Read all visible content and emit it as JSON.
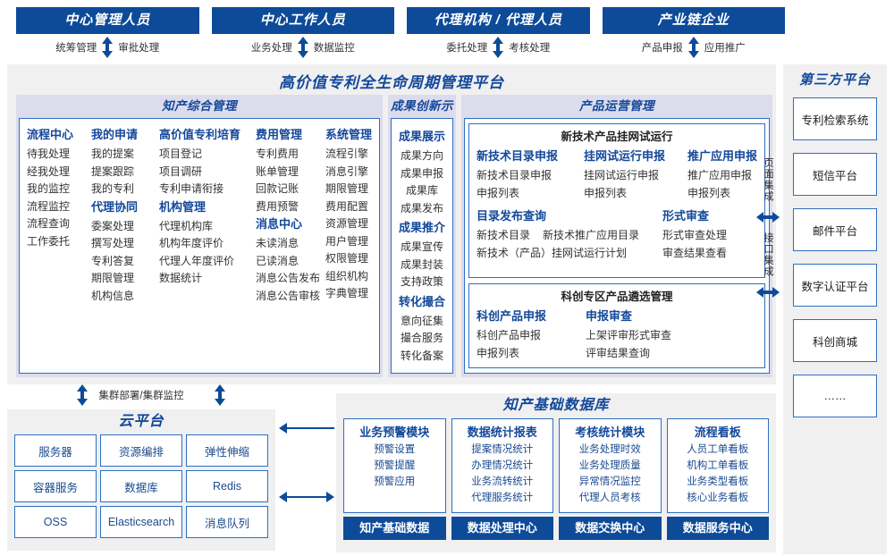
{
  "actors": [
    {
      "title": "中心管理人员",
      "left": "统筹管理",
      "right": "审批处理"
    },
    {
      "title": "中心工作人员",
      "left": "业务处理",
      "right": "数据监控"
    },
    {
      "title": "代理机构 / 代理人员",
      "left": "委托处理",
      "right": "考核处理"
    },
    {
      "title": "产业链企业",
      "left": "产品申报",
      "right": "应用推广"
    }
  ],
  "platform": {
    "title": "高价值专利全生命周期管理平台",
    "sections": [
      {
        "title": "知产综合管理",
        "columns": [
          {
            "groups": [
              {
                "head": "流程中心",
                "items": [
                  "待我处理",
                  "经我处理",
                  "我的监控",
                  "流程监控",
                  "流程查询",
                  "工作委托"
                ]
              }
            ]
          },
          {
            "groups": [
              {
                "head": "我的申请",
                "items": [
                  "我的提案",
                  "提案跟踪",
                  "我的专利"
                ]
              },
              {
                "head": "代理协同",
                "items": [
                  "委案处理",
                  "撰写处理",
                  "专利答复",
                  "期限管理",
                  "机构信息"
                ]
              }
            ]
          },
          {
            "groups": [
              {
                "head": "高价值专利培育",
                "items": [
                  "项目登记",
                  "项目调研",
                  "专利申请衔接"
                ]
              },
              {
                "head": "机构管理",
                "items": [
                  "代理机构库",
                  "机构年度评价",
                  "代理人年度评价",
                  "数据统计"
                ]
              }
            ]
          },
          {
            "groups": [
              {
                "head": "费用管理",
                "items": [
                  "专利费用",
                  "账单管理",
                  "回款记账",
                  "费用预警"
                ]
              },
              {
                "head": "消息中心",
                "items": [
                  "未读消息",
                  "已读消息",
                  "消息公告发布",
                  "消息公告审核"
                ]
              }
            ]
          },
          {
            "groups": [
              {
                "head": "系统管理",
                "items": [
                  "流程引擎",
                  "消息引擎",
                  "期限管理",
                  "费用配置",
                  "资源管理",
                  "用户管理",
                  "权限管理",
                  "组织机构",
                  "字典管理"
                ]
              }
            ]
          }
        ]
      },
      {
        "title": "成果创新示范",
        "columns": [
          {
            "groups": [
              {
                "head": "成果展示",
                "items": [
                  "成果方向",
                  "成果申报",
                  "成果库",
                  "成果发布"
                ]
              },
              {
                "head": "成果推介",
                "items": [
                  "成果宣传",
                  "成果封装",
                  "支持政策"
                ]
              },
              {
                "head": "转化撮合",
                "items": [
                  "意向征集",
                  "撮合服务",
                  "转化备案"
                ]
              }
            ]
          }
        ]
      }
    ],
    "product_ops": {
      "title": "产品运营管理",
      "box1": {
        "title": "新技术产品挂网试运行",
        "cols": [
          {
            "head": "新技术目录申报",
            "items": [
              "新技术目录申报",
              "申报列表"
            ]
          },
          {
            "head": "挂网试运行申报",
            "items": [
              "挂网试运行申报",
              "申报列表"
            ]
          },
          {
            "head": "推广应用申报",
            "items": [
              "推广应用申报",
              "申报列表"
            ]
          }
        ],
        "row2_left": {
          "head": "目录发布查询",
          "inline": [
            "新技术目录",
            "新技术推广应用目录"
          ],
          "items": [
            "新技术（产品）挂网试运行计划"
          ]
        },
        "row2_right": {
          "head": "形式审查",
          "items": [
            "形式审查处理",
            "审查结果查看"
          ]
        }
      },
      "box2": {
        "title": "科创专区产品遴选管理",
        "cols": [
          {
            "head": "科创产品申报",
            "items": [
              "科创产品申报",
              "申报列表"
            ]
          },
          {
            "head": "申报审查",
            "items": [
              "上架评审形式审查",
              "评审结果查询"
            ]
          }
        ]
      }
    }
  },
  "rail": {
    "page": "页面集成",
    "api": "接口集成"
  },
  "third_party": {
    "title": "第三方平台",
    "items": [
      "专利检索系统",
      "短信平台",
      "邮件平台",
      "数字认证平台",
      "科创商城",
      "……"
    ]
  },
  "cluster_label": "集群部署/集群监控",
  "cloud": {
    "title": "云平台",
    "cells": [
      "服务器",
      "资源编排",
      "弹性伸缩",
      "容器服务",
      "数据库",
      "Redis",
      "OSS",
      "Elasticsearch",
      "消息队列"
    ]
  },
  "database": {
    "title": "知产基础数据库",
    "columns": [
      {
        "head": "业务预警模块",
        "items": [
          "预警设置",
          "预警提醒",
          "预警应用"
        ],
        "button": "知产基础数据"
      },
      {
        "head": "数据统计报表",
        "items": [
          "提案情况统计",
          "办理情况统计",
          "业务流转统计",
          "代理服务统计"
        ],
        "button": "数据处理中心"
      },
      {
        "head": "考核统计模块",
        "items": [
          "业务处理时效",
          "业务处理质量",
          "异常情况监控",
          "代理人员考核"
        ],
        "button": "数据交换中心"
      },
      {
        "head": "流程看板",
        "items": [
          "人员工单看板",
          "机构工单看板",
          "业务类型看板",
          "核心业务看板"
        ],
        "button": "数据服务中心"
      }
    ]
  },
  "colors": {
    "brand": "#0d4b99",
    "accent": "#13489a",
    "border": "#2e6fc0",
    "panel": "#f0f0f0",
    "band": "#dcdcec"
  }
}
